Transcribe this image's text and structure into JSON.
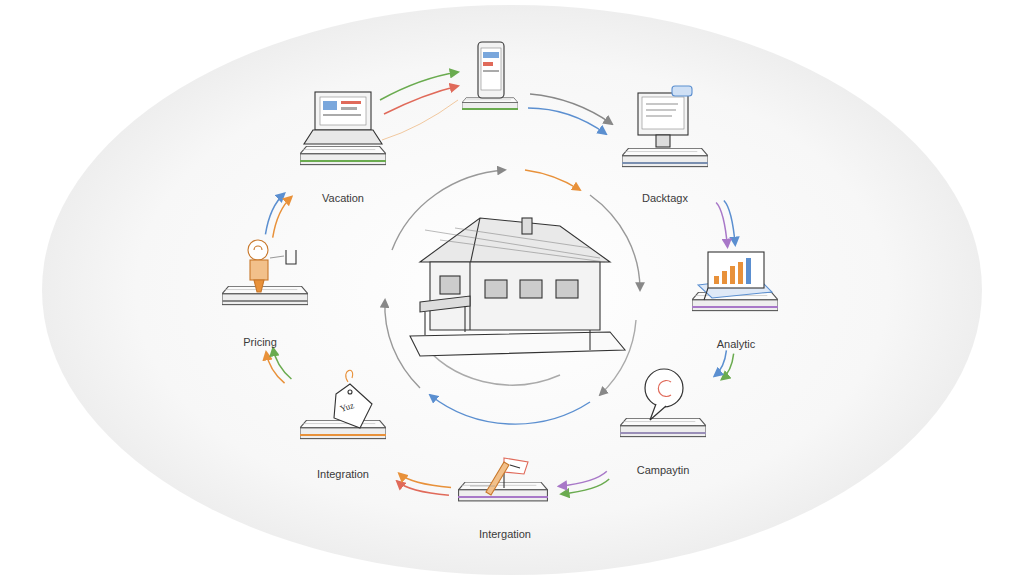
{
  "diagram": {
    "nodes": [
      {
        "text": [
          "Vacation"
        ]
      },
      {
        "text": [
          "Dacktagx"
        ]
      },
      {
        "text": [
          "Analytic"
        ]
      },
      {
        "text": [
          "Campaytin"
        ]
      },
      {
        "text": [
          "Intergation"
        ]
      },
      {
        "text": [
          "Integration"
        ]
      },
      {
        "text": [
          "Pricing"
        ]
      }
    ],
    "edges": [
      {
        "from": 1,
        "to": 2,
        "arrow": "to"
      },
      {
        "from": 2,
        "to": 3,
        "arrow": "to"
      },
      {
        "from": 3,
        "to": 4,
        "arrow": "to"
      },
      {
        "from": 4,
        "to": 5,
        "arrow": "to"
      },
      {
        "from": 5,
        "to": 6,
        "arrow": "to"
      },
      {
        "from": 6,
        "to": 0,
        "arrow": "to"
      }
    ],
    "labels": [
      "Yuz"
    ]
  }
}
